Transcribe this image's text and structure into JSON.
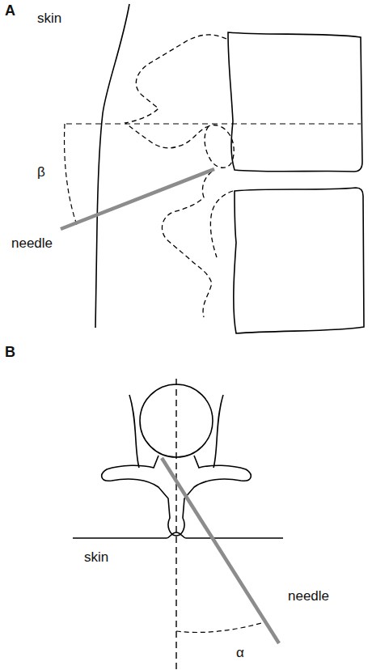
{
  "diagram": {
    "labels": [
      "A",
      "skin",
      "needle",
      "β",
      "B",
      "skin",
      "needle",
      "α"
    ]
  }
}
